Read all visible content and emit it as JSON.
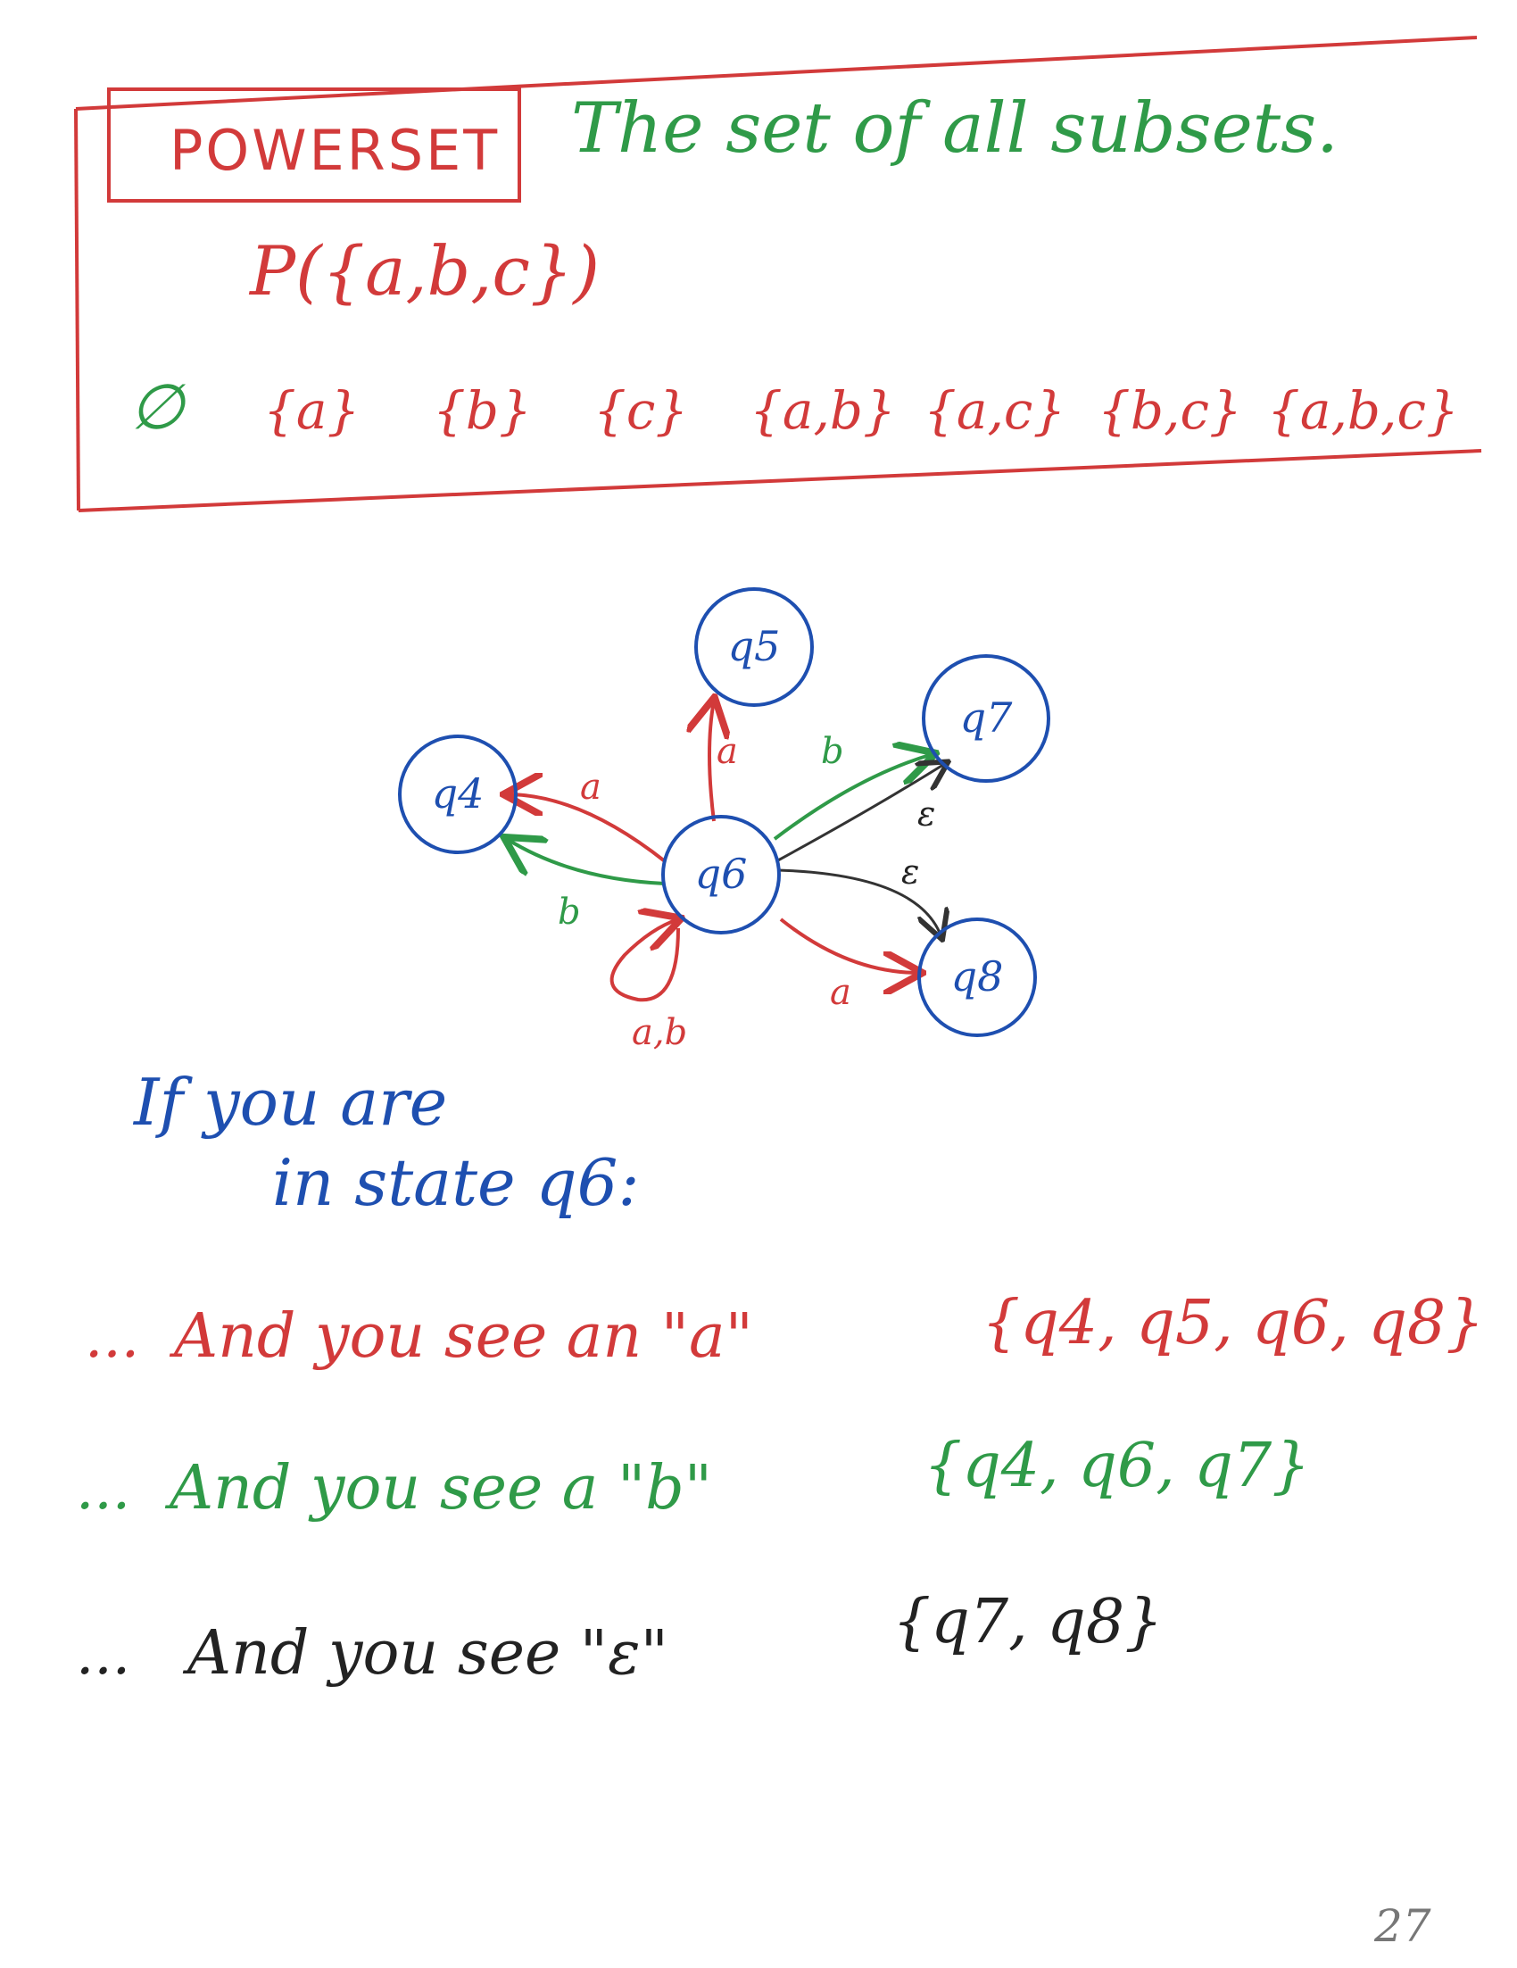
{
  "powerset_box": {
    "title": "POWERSET",
    "definition": "The set of all subsets.",
    "expression": "P({a,b,c})",
    "subsets": [
      "∅",
      "{a}",
      "{b}",
      "{c}",
      "{a,b}",
      "{a,c}",
      "{b,c}",
      "{a,b,c}"
    ]
  },
  "diagram": {
    "states": [
      "q4",
      "q5",
      "q6",
      "q7",
      "q8"
    ],
    "transition_labels": {
      "q6_q4_a": "a",
      "q6_q4_b": "b",
      "q6_q5": "a",
      "q6_q7_b": "b",
      "q6_q7_eps": "ε",
      "q6_q8_eps": "ε",
      "q6_q8_a": "a",
      "q6_self": "a,b"
    }
  },
  "explanation": {
    "intro_line1": "If you are",
    "intro_line2": "in state q6:",
    "cases": [
      {
        "prefix": "...",
        "text": "And you see an \"a\"",
        "result": "{q4, q5, q6, q8}",
        "color": "#d23a3a"
      },
      {
        "prefix": "...",
        "text": "And you see a \"b\"",
        "result": "{q4, q6, q7}",
        "color": "#2f9a48"
      },
      {
        "prefix": "...",
        "text": "And you see \"ε\"",
        "result": "{q7, q8}",
        "color": "#222222"
      }
    ]
  },
  "page_number": "27",
  "colors": {
    "red": "#d23a3a",
    "green": "#2f9a48",
    "blue": "#1e4fb0",
    "black": "#222222"
  }
}
